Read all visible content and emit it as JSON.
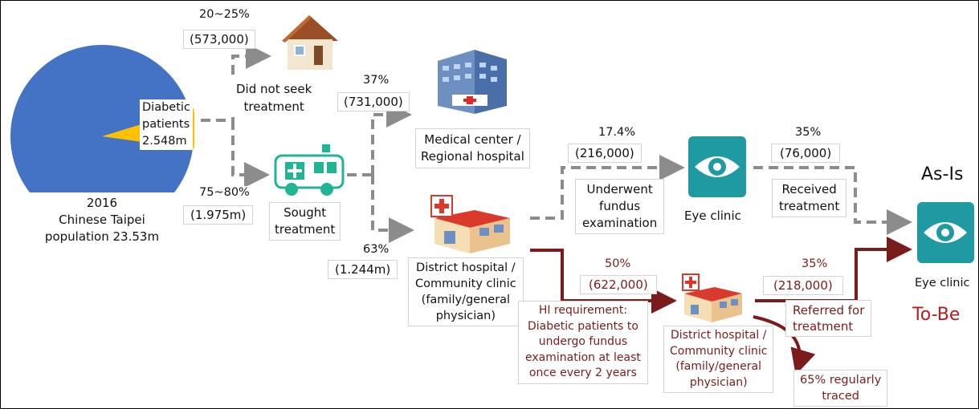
{
  "pie": {
    "population_line1": "2016",
    "population_line2": "Chinese Taipei",
    "population_line3": "population 23.53m",
    "diabetic_line1": "Diabetic",
    "diabetic_line2": "patients",
    "diabetic_line3": "2.548m"
  },
  "no_treatment": {
    "pct": "20~25%",
    "count": "(573,000)",
    "label_line1": "Did not seek",
    "label_line2": "treatment"
  },
  "sought": {
    "pct": "75~80%",
    "count": "(1.975m)",
    "label_line1": "Sought",
    "label_line2": "treatment"
  },
  "medical_center": {
    "pct": "37%",
    "count": "(731,000)",
    "label_line1": "Medical center /",
    "label_line2": "Regional hospital"
  },
  "district": {
    "pct": "63%",
    "count": "(1.244m)",
    "label_line1": "District hospital /",
    "label_line2": "Community clinic",
    "label_line3": "(family/general",
    "label_line4": "physician)"
  },
  "fundus": {
    "pct": "17.4%",
    "count": "(216,000)",
    "label_line1": "Underwent",
    "label_line2": "fundus",
    "label_line3": "examination"
  },
  "eye_clinic_mid": {
    "label": "Eye clinic"
  },
  "received": {
    "pct": "35%",
    "count": "(76,000)",
    "label_line1": "Received",
    "label_line2": "treatment"
  },
  "as_is": "As-Is",
  "to_be": "To-Be",
  "eye_clinic_right": {
    "label": "Eye clinic"
  },
  "hi_path": {
    "pct": "50%",
    "count": "(622,000)",
    "req_line1": "HI requirement:",
    "req_line2": "Diabetic patients to",
    "req_line3": "undergo fundus",
    "req_line4": "examination at least",
    "req_line5": "once every 2 years"
  },
  "district2": {
    "label_line1": "District hospital /",
    "label_line2": "Community clinic",
    "label_line3": "(family/general",
    "label_line4": "physician)"
  },
  "referred": {
    "pct": "35%",
    "count": "(218,000)",
    "label_line1": "Referred for",
    "label_line2": "treatment"
  },
  "traced": {
    "label_line1": "65% regularly",
    "label_line2": "traced"
  },
  "colors": {
    "pie_main": "#4472c4",
    "pie_slice": "#ffc000",
    "gray_arrow": "#8c8c8c",
    "red_arrow": "#7b1c1c",
    "eye_teal": "#1f9aa3",
    "to_be": "#b41f1f"
  },
  "icons": [
    "house-icon",
    "ambulance-icon",
    "hospital-building-icon",
    "clinic-icon",
    "eye-icon"
  ]
}
